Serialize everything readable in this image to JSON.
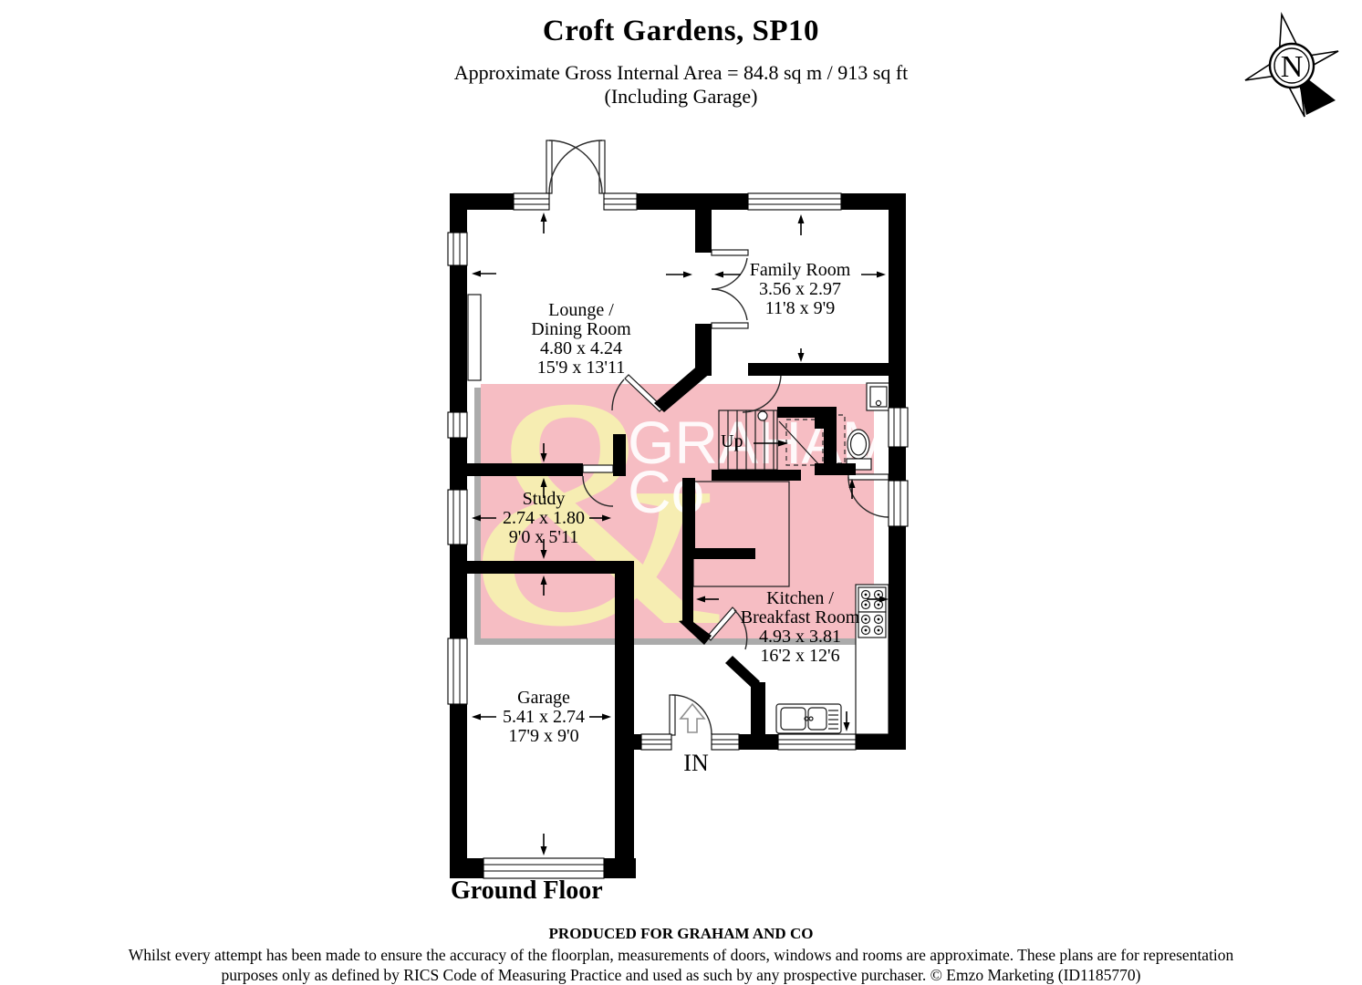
{
  "page": {
    "title": "Croft Gardens, SP10",
    "subtitle": "Approximate Gross Internal Area = 84.8 sq m / 913 sq ft",
    "subtitle2": "(Including Garage)"
  },
  "compass": {
    "label": "N"
  },
  "watermark": {
    "ampersand": "&",
    "line1": "GRAHAM",
    "line2": "Co",
    "pink_color": "#f6bdc3",
    "shadow_color": "#ababab",
    "ampersand_color": "#f6edb2",
    "text_color": "#ffffff"
  },
  "rooms": {
    "lounge": {
      "line1": "Lounge /",
      "line2": "Dining Room",
      "metric": "4.80 x 4.24",
      "imperial": "15'9 x 13'11"
    },
    "family": {
      "line1": "Family Room",
      "metric": "3.56 x 2.97",
      "imperial": "11'8 x 9'9"
    },
    "study": {
      "line1": "Study",
      "metric": "2.74 x 1.80",
      "imperial": "9'0 x 5'11"
    },
    "kitchen": {
      "line1": "Kitchen /",
      "line2": "Breakfast Room",
      "metric": "4.93 x 3.81",
      "imperial": "16'2 x 12'6"
    },
    "garage": {
      "line1": "Garage",
      "metric": "5.41 x 2.74",
      "imperial": "17'9 x 9'0"
    }
  },
  "annotations": {
    "up": "Up",
    "in": "IN",
    "floor": "Ground Floor"
  },
  "footer": {
    "line1": "PRODUCED FOR GRAHAM AND CO",
    "line2": "Whilst every attempt has been made to ensure the accuracy of the floorplan, measurements of doors, windows and rooms are approximate. These plans are for representation",
    "line3": "purposes only as defined by RICS Code of Measuring Practice and used as such by any prospective purchaser. © Emzo Marketing (ID1185770)"
  }
}
